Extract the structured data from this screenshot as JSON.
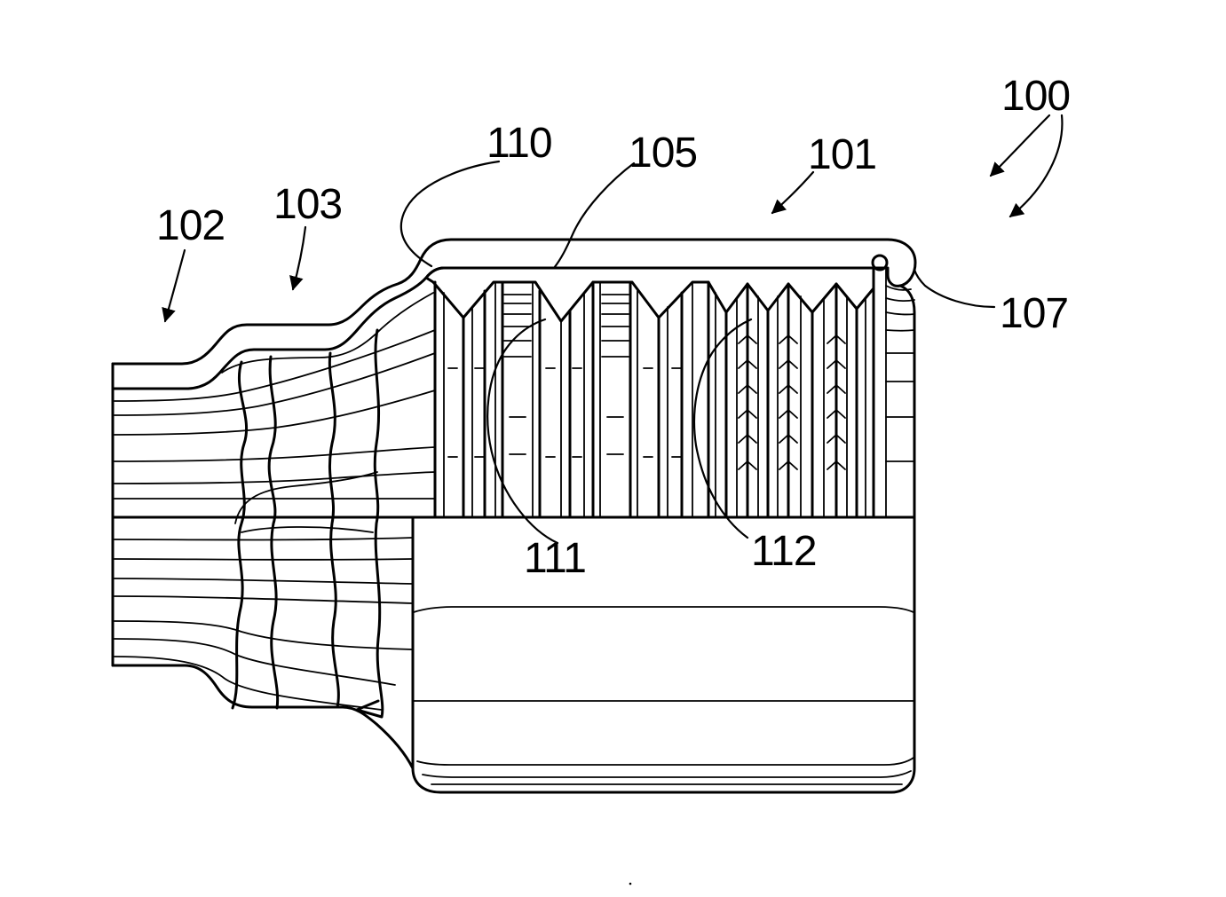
{
  "figure": {
    "reference_numerals": [
      "100",
      "101",
      "102",
      "103",
      "105",
      "107",
      "110",
      "111",
      "112"
    ]
  },
  "colors": {
    "line": "#000000",
    "background": "#ffffff"
  }
}
